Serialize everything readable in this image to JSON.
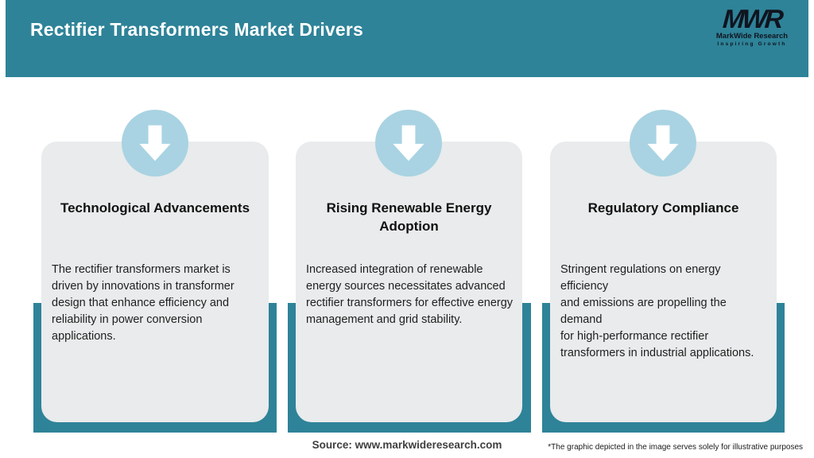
{
  "header": {
    "title": "Rectifier Transformers Market Drivers"
  },
  "logo": {
    "acronym": "MWR",
    "name": "MarkWide Research",
    "tagline": "Inspiring Growth"
  },
  "cards": [
    {
      "icon": "down-arrow-icon",
      "title": "Technological Advancements",
      "body": "The rectifier transformers market is\ndriven by innovations in transformer\ndesign that enhance efficiency and\nreliability in power conversion\napplications."
    },
    {
      "icon": "down-arrow-icon",
      "title": "Rising Renewable Energy\nAdoption",
      "body": "Increased integration of renewable\nenergy sources necessitates advanced\nrectifier transformers for effective energy\nmanagement and grid stability."
    },
    {
      "icon": "down-arrow-icon",
      "title": "Regulatory Compliance",
      "body": "Stringent regulations on energy efficiency\nand emissions are propelling the demand\nfor high-performance rectifier\ntransformers in industrial applications."
    }
  ],
  "footer": {
    "source": "Source: www.markwideresearch.com",
    "disclaimer": "*The graphic depicted in the image serves solely for illustrative purposes"
  },
  "colors": {
    "teal": "#2e8398",
    "circle_blue": "#a9d3e2",
    "card_gray": "#e9ebec"
  }
}
